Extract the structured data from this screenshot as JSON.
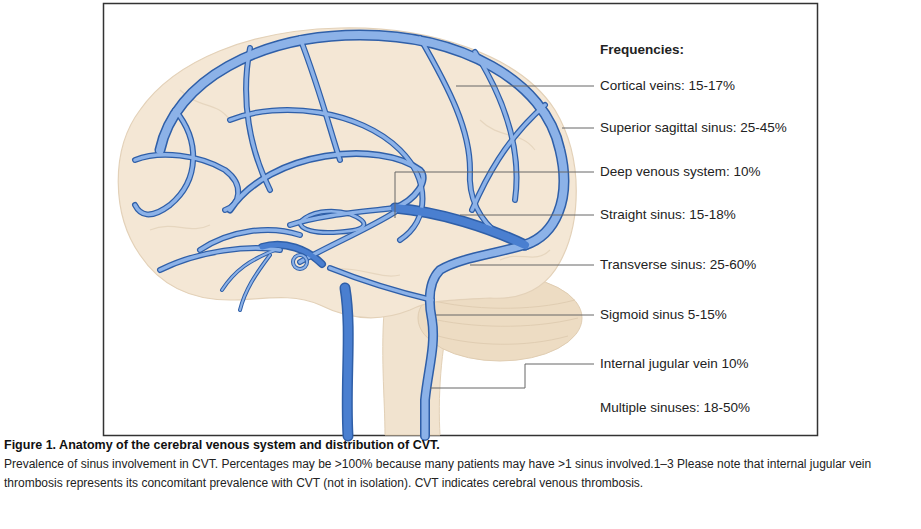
{
  "diagram": {
    "title": "Figure 1. Anatomy of the cerebral venous system and distribution of CVT.",
    "caption": "Prevalence of sinus involvement in CVT. Percentages may be >100% because many patients may have >1 sinus involved.1–3 Please note that internal jugular vein thrombosis represents its concomitant prevalence with CVT (not in isolation). CVT indicates cerebral venous thrombosis.",
    "labels": [
      "Frequencies:",
      "Cortical veins: 15-17%",
      "Superior sagittal sinus: 25-45%",
      "Deep venous system: 10%",
      "Straight sinus: 15-18%",
      "Transverse sinus: 25-60%",
      "Sigmoid sinus 5-15%",
      "Internal jugular vein 10%",
      "Multiple sinuses: 18-50%"
    ]
  }
}
